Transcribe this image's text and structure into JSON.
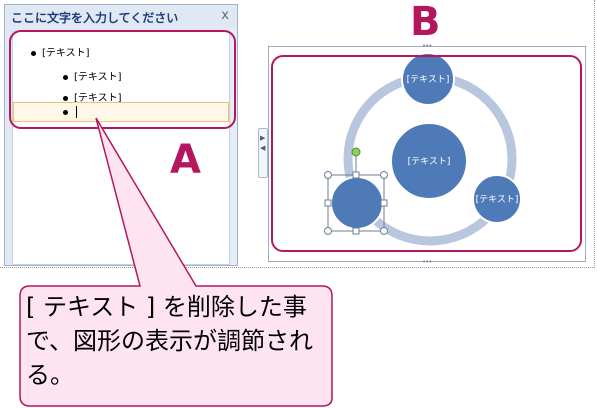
{
  "text_pane": {
    "title": "ここに文字を入力してください",
    "close_label": "x",
    "bullets": [
      {
        "text": "[テキスト]"
      },
      {
        "text": "[テキスト]"
      },
      {
        "text": "[テキスト]"
      },
      {
        "text": ""
      }
    ]
  },
  "labels": {
    "a": "A",
    "b": "B"
  },
  "diagram": {
    "center_node": "[テキスト]",
    "top_node": "[テキスト]",
    "right_node": "[テキスト]",
    "selected_node": ""
  },
  "callout": {
    "text": "[ テキスト ] を削除した事で、図形の表示が調節される。"
  },
  "colors": {
    "highlight": "#b5175e",
    "node_fill": "#4f7ab8",
    "ring": "#b8c7dd",
    "callout_fill": "#fde4f0"
  }
}
